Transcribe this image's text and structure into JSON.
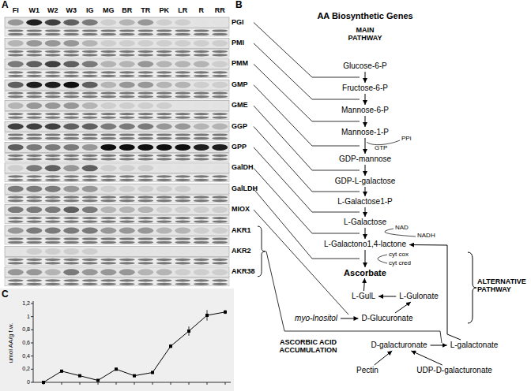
{
  "diagram": {
    "title": "AA Biosynthetic Genes",
    "nodes": [
      {
        "text": [
          "Glucose-6-P"
        ]
      },
      {
        "text": [
          "Fructose-6-P"
        ]
      },
      {
        "text": [
          "Mannose-6-P"
        ]
      },
      {
        "text": [
          "Mannose-1-P"
        ]
      },
      {
        "text": [
          "GDP-mannose"
        ]
      },
      {
        "text": [
          "GDP-L-galactose"
        ]
      },
      {
        "text": [
          "L-Galactose1-P"
        ]
      },
      {
        "text": [
          "L-Galactose"
        ]
      },
      {
        "text": [
          "L-Galactono1,4-lactone"
        ]
      },
      {
        "text": [
          "Ascorbate"
        ]
      },
      {
        "text": [
          "L-GulL"
        ]
      },
      {
        "text": [
          "L-Gulonate"
        ]
      },
      {
        "text": [
          "myo-Inositol"
        ]
      },
      {
        "text": [
          "D-Glucuronate"
        ]
      },
      {
        "text": [
          "D-galacturonate"
        ]
      },
      {
        "text": [
          "L-galactonate"
        ]
      },
      {
        "text": [
          "Pectin"
        ]
      },
      {
        "text": [
          "UDP-D-galacturonate"
        ]
      }
    ],
    "edges": [
      {
        "from": 0,
        "to": 1,
        "arrow": "to"
      },
      {
        "from": 1,
        "to": 2,
        "arrow": "to"
      },
      {
        "from": 2,
        "to": 3,
        "arrow": "to"
      },
      {
        "from": 3,
        "to": 4,
        "arrow": "to"
      },
      {
        "from": 4,
        "to": 5,
        "arrow": "to"
      },
      {
        "from": 5,
        "to": 6,
        "arrow": "to"
      },
      {
        "from": 6,
        "to": 7,
        "arrow": "to"
      },
      {
        "from": 7,
        "to": 8,
        "arrow": "to"
      },
      {
        "from": 8,
        "to": 9,
        "arrow": "to"
      },
      {
        "from": 10,
        "to": 9,
        "arrow": "to"
      },
      {
        "from": 11,
        "to": 10,
        "arrow": "to"
      },
      {
        "from": 13,
        "to": 11,
        "arrow": "to"
      },
      {
        "from": 12,
        "to": 13,
        "arrow": "to"
      },
      {
        "from": 14,
        "to": 15,
        "arrow": "to"
      },
      {
        "from": 16,
        "to": 14,
        "arrow": "to"
      },
      {
        "from": 17,
        "to": 14,
        "arrow": "to"
      },
      {
        "from": 15,
        "to": 8,
        "arrow": "to"
      }
    ],
    "labels": [
      "A",
      "B",
      "FI",
      "W1",
      "W2",
      "W3",
      "IG",
      "MG",
      "BR",
      "TR",
      "PK",
      "LR",
      "R",
      "RR",
      "PGI",
      "PMI",
      "PMM",
      "GMP",
      "GME",
      "GGP",
      "GPP",
      "GalDH",
      "GalLDH",
      "MIOX",
      "AKR1",
      "AKR2",
      "AKR38",
      "MAIN PATHWAY",
      "GTP",
      "PPi",
      "NAD",
      "NADH",
      "cyt cox",
      "cyt cred",
      "ALTERNATIVE PATHWAY",
      "ASCORBIC ACID ACCUMULATION",
      "C",
      "umol AA/g f.w.",
      "1,2",
      "1",
      "0,8",
      "0,6",
      "0,4",
      "0,2",
      "0"
    ]
  }
}
